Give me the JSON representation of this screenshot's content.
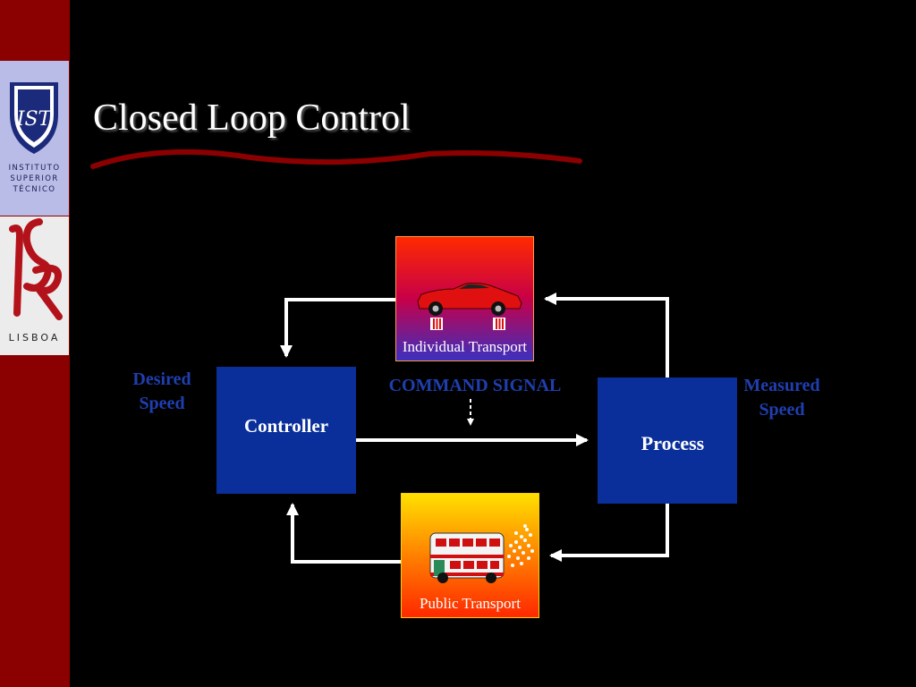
{
  "slide": {
    "title": "Closed Loop Control"
  },
  "logos": {
    "ist_line1": "INSTITUTO",
    "ist_line2": "SUPERIOR",
    "ist_line3": "TÉCNICO",
    "isr_name": "LISBOA"
  },
  "diagram": {
    "controller_label": "Controller",
    "process_label": "Process",
    "desired_speed_line1": "Desired",
    "desired_speed_line2": "Speed",
    "measured_speed_line1": "Measured",
    "measured_speed_line2": "Speed",
    "command_signal_label": "COMMAND SIGNAL",
    "individual_transport_label": "Individual Transport",
    "public_transport_label": "Public Transport"
  },
  "colors": {
    "sidebar": "#8b0000",
    "box_blue": "#0a2f9a",
    "label_blue": "#1f3fb0",
    "title_underline": "#8b0000"
  }
}
